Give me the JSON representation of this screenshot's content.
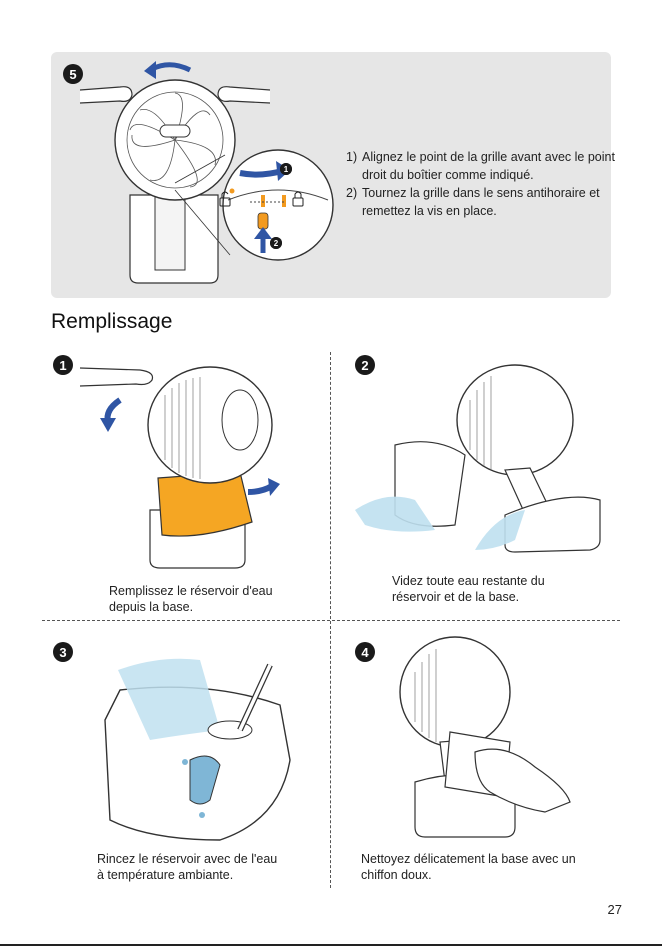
{
  "top_panel": {
    "step_badge": "5",
    "instructions": [
      {
        "num": "1)",
        "text": "Alignez le point de la grille avant avec le point droit du boîtier comme indiqué."
      },
      {
        "num": "2)",
        "text": "Tournez la grille dans le sens antihoraire et remettez la vis en place."
      }
    ],
    "callout_markers": [
      "1",
      "2"
    ]
  },
  "section_title": "Remplissage",
  "steps": [
    {
      "badge": "1",
      "caption_line1": "Remplissez le réservoir d'eau",
      "caption_line2": "depuis la base."
    },
    {
      "badge": "2",
      "caption_line1": "Videz toute eau restante du",
      "caption_line2": "réservoir et de la base."
    },
    {
      "badge": "3",
      "caption_line1": "Rincez le réservoir avec de l'eau",
      "caption_line2": "à température ambiante."
    },
    {
      "badge": "4",
      "caption_line1": "Nettoyez délicatement la base avec un",
      "caption_line2": "chiffon doux."
    }
  ],
  "page_number": "27",
  "colors": {
    "panel_bg": "#e6e6e6",
    "arrow_blue": "#2f55a4",
    "tank_orange": "#f5a623",
    "water_blue": "#bfe0f0",
    "marker_orange": "#f29a1f"
  },
  "icons": [
    "unlock-icon",
    "lock-icon",
    "curved-arrow-icon",
    "up-arrow-icon"
  ]
}
